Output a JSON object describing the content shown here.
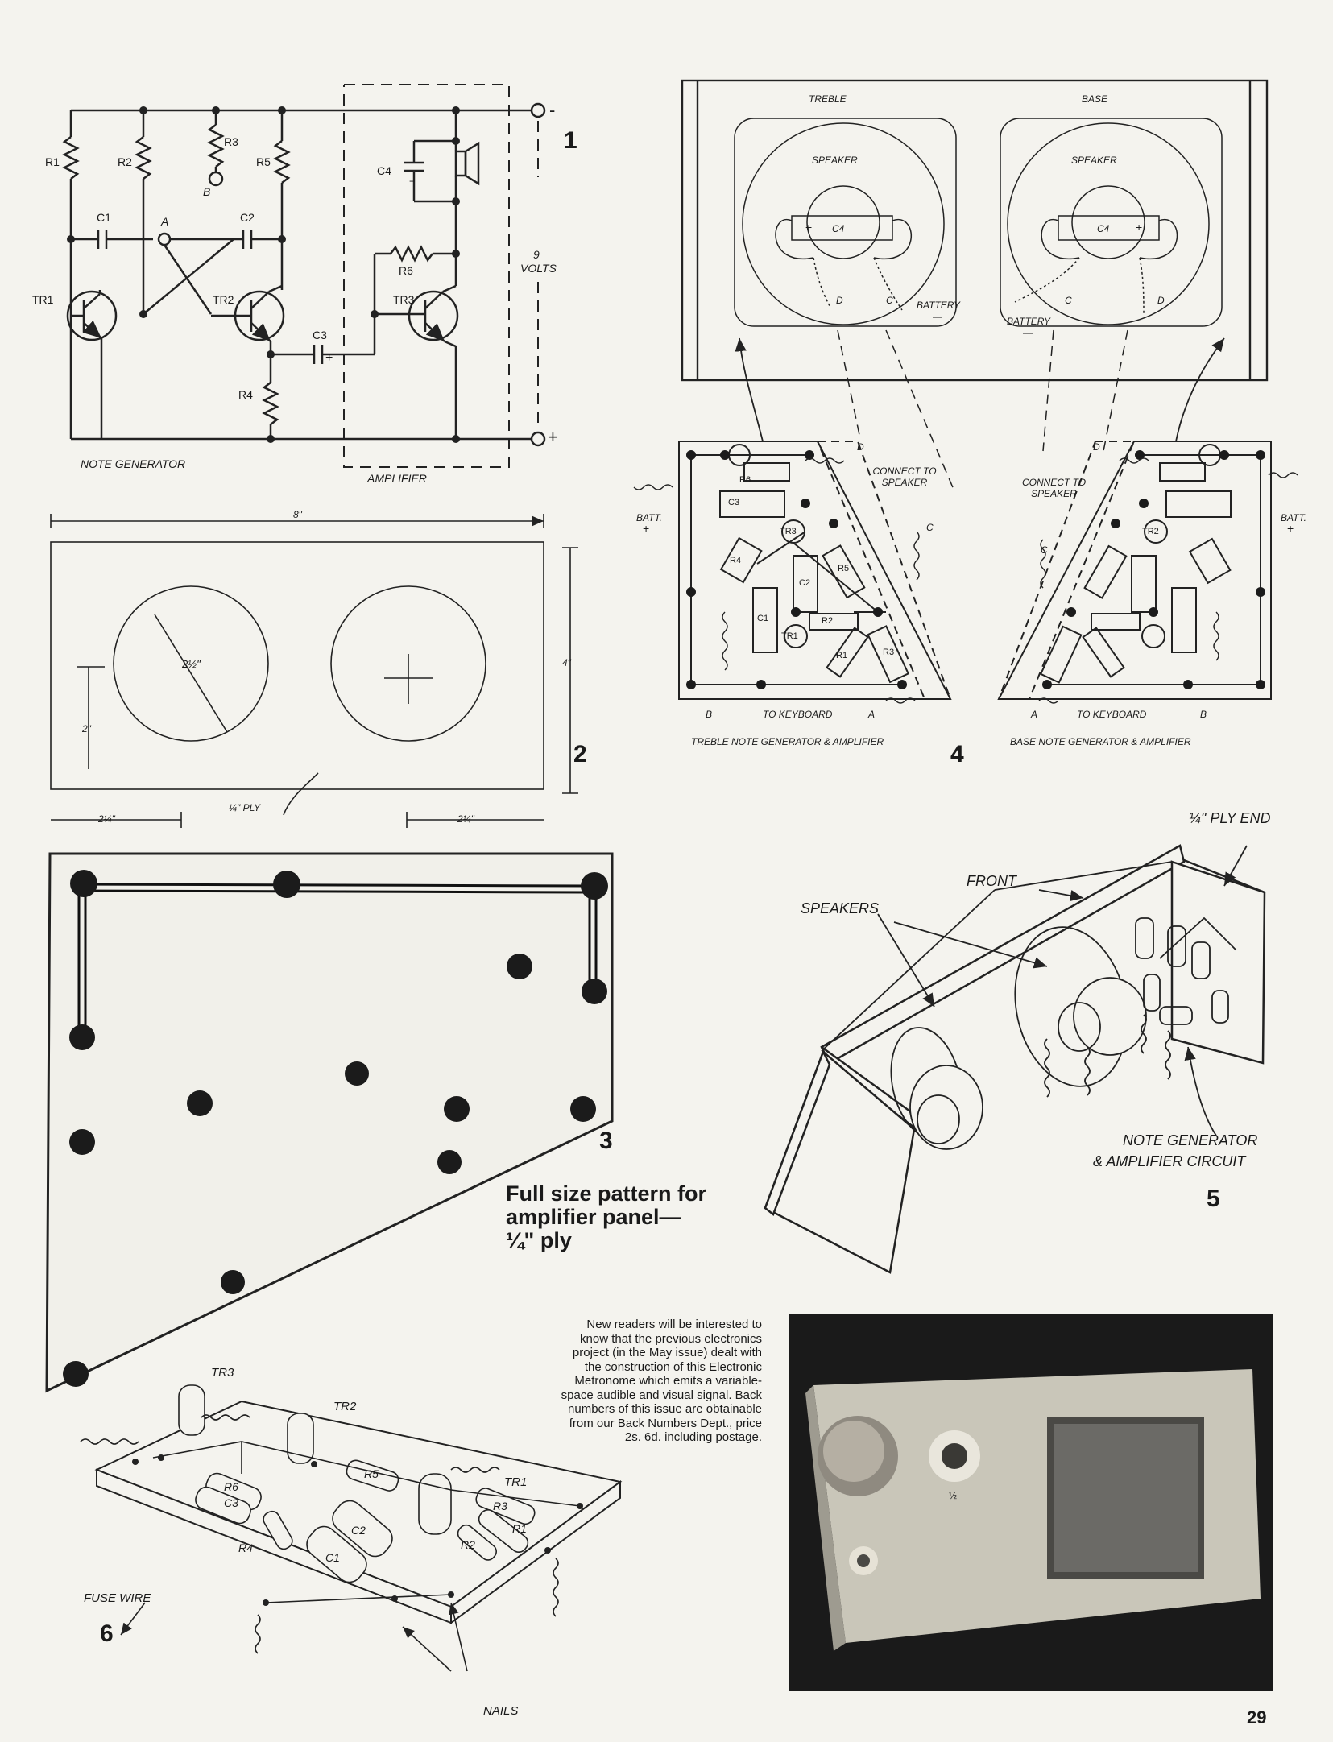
{
  "page_number": "29",
  "figures": {
    "fig1": {
      "number": "1",
      "components": [
        "R1",
        "R2",
        "R3",
        "R5",
        "R4",
        "R6",
        "C1",
        "C2",
        "C3",
        "C4",
        "TR1",
        "TR2",
        "TR3"
      ],
      "nodes": [
        "A",
        "B"
      ],
      "supply_value": "9",
      "supply_unit": "VOLTS",
      "minus": "-",
      "plus": "+",
      "c4_plus": "+",
      "c3_plus": "+",
      "section_left": "NOTE GENERATOR",
      "section_right": "AMPLIFIER"
    },
    "fig2": {
      "number": "2",
      "width_dim": "8\"",
      "height_dim": "4\"",
      "diameter_dim": "2½\"",
      "center_height_dim": "2\"",
      "left_offset_dim": "2¼\"",
      "right_offset_dim": "2¼\"",
      "material": "¼\" PLY"
    },
    "fig3": {
      "number": "3",
      "caption": "Full size pattern for amplifier panel—¼\" ply"
    },
    "fig4": {
      "number": "4",
      "treble_label": "TREBLE",
      "base_label": "BASE",
      "speaker": "SPEAKER",
      "c4": "C4",
      "plus": "+",
      "d": "D",
      "c": "C",
      "battery": "BATTERY",
      "minus": "—",
      "connect": "CONNECT TO SPEAKER",
      "batt": "BATT.",
      "to_keyboard": "TO KEYBOARD",
      "a": "A",
      "b": "B",
      "left_caption": "TREBLE NOTE GENERATOR & AMPLIFIER",
      "right_caption": "BASE NOTE GENERATOR & AMPLIFIER",
      "board_parts": [
        "R6",
        "C3",
        "R4",
        "TR3",
        "C2",
        "R5",
        "C1",
        "R2",
        "TR1",
        "R1",
        "R3",
        "TR2"
      ]
    },
    "fig5": {
      "number": "5",
      "ply_end": "¼\" PLY END",
      "front": "FRONT",
      "speakers": "SPEAKERS",
      "circuit_label_1": "NOTE GENERATOR",
      "circuit_label_2": "& AMPLIFIER CIRCUIT"
    },
    "fig6": {
      "number": "6",
      "labels": [
        "TR3",
        "TR2",
        "TR1",
        "R6",
        "C3",
        "R5",
        "R4",
        "C2",
        "C1",
        "R3",
        "R2",
        "R1"
      ],
      "fuse_wire": "FUSE WIRE",
      "nails": "NAILS"
    },
    "photo": {
      "knob_label": "½"
    }
  },
  "note_text": "New readers will be interested to know that the previous electronics project (in the May issue) dealt with the construction of this Electronic Metronome which emits a variable-space audible and visual signal. Back numbers of this issue are obtainable from our Back Numbers Dept., price 2s. 6d. including postage."
}
